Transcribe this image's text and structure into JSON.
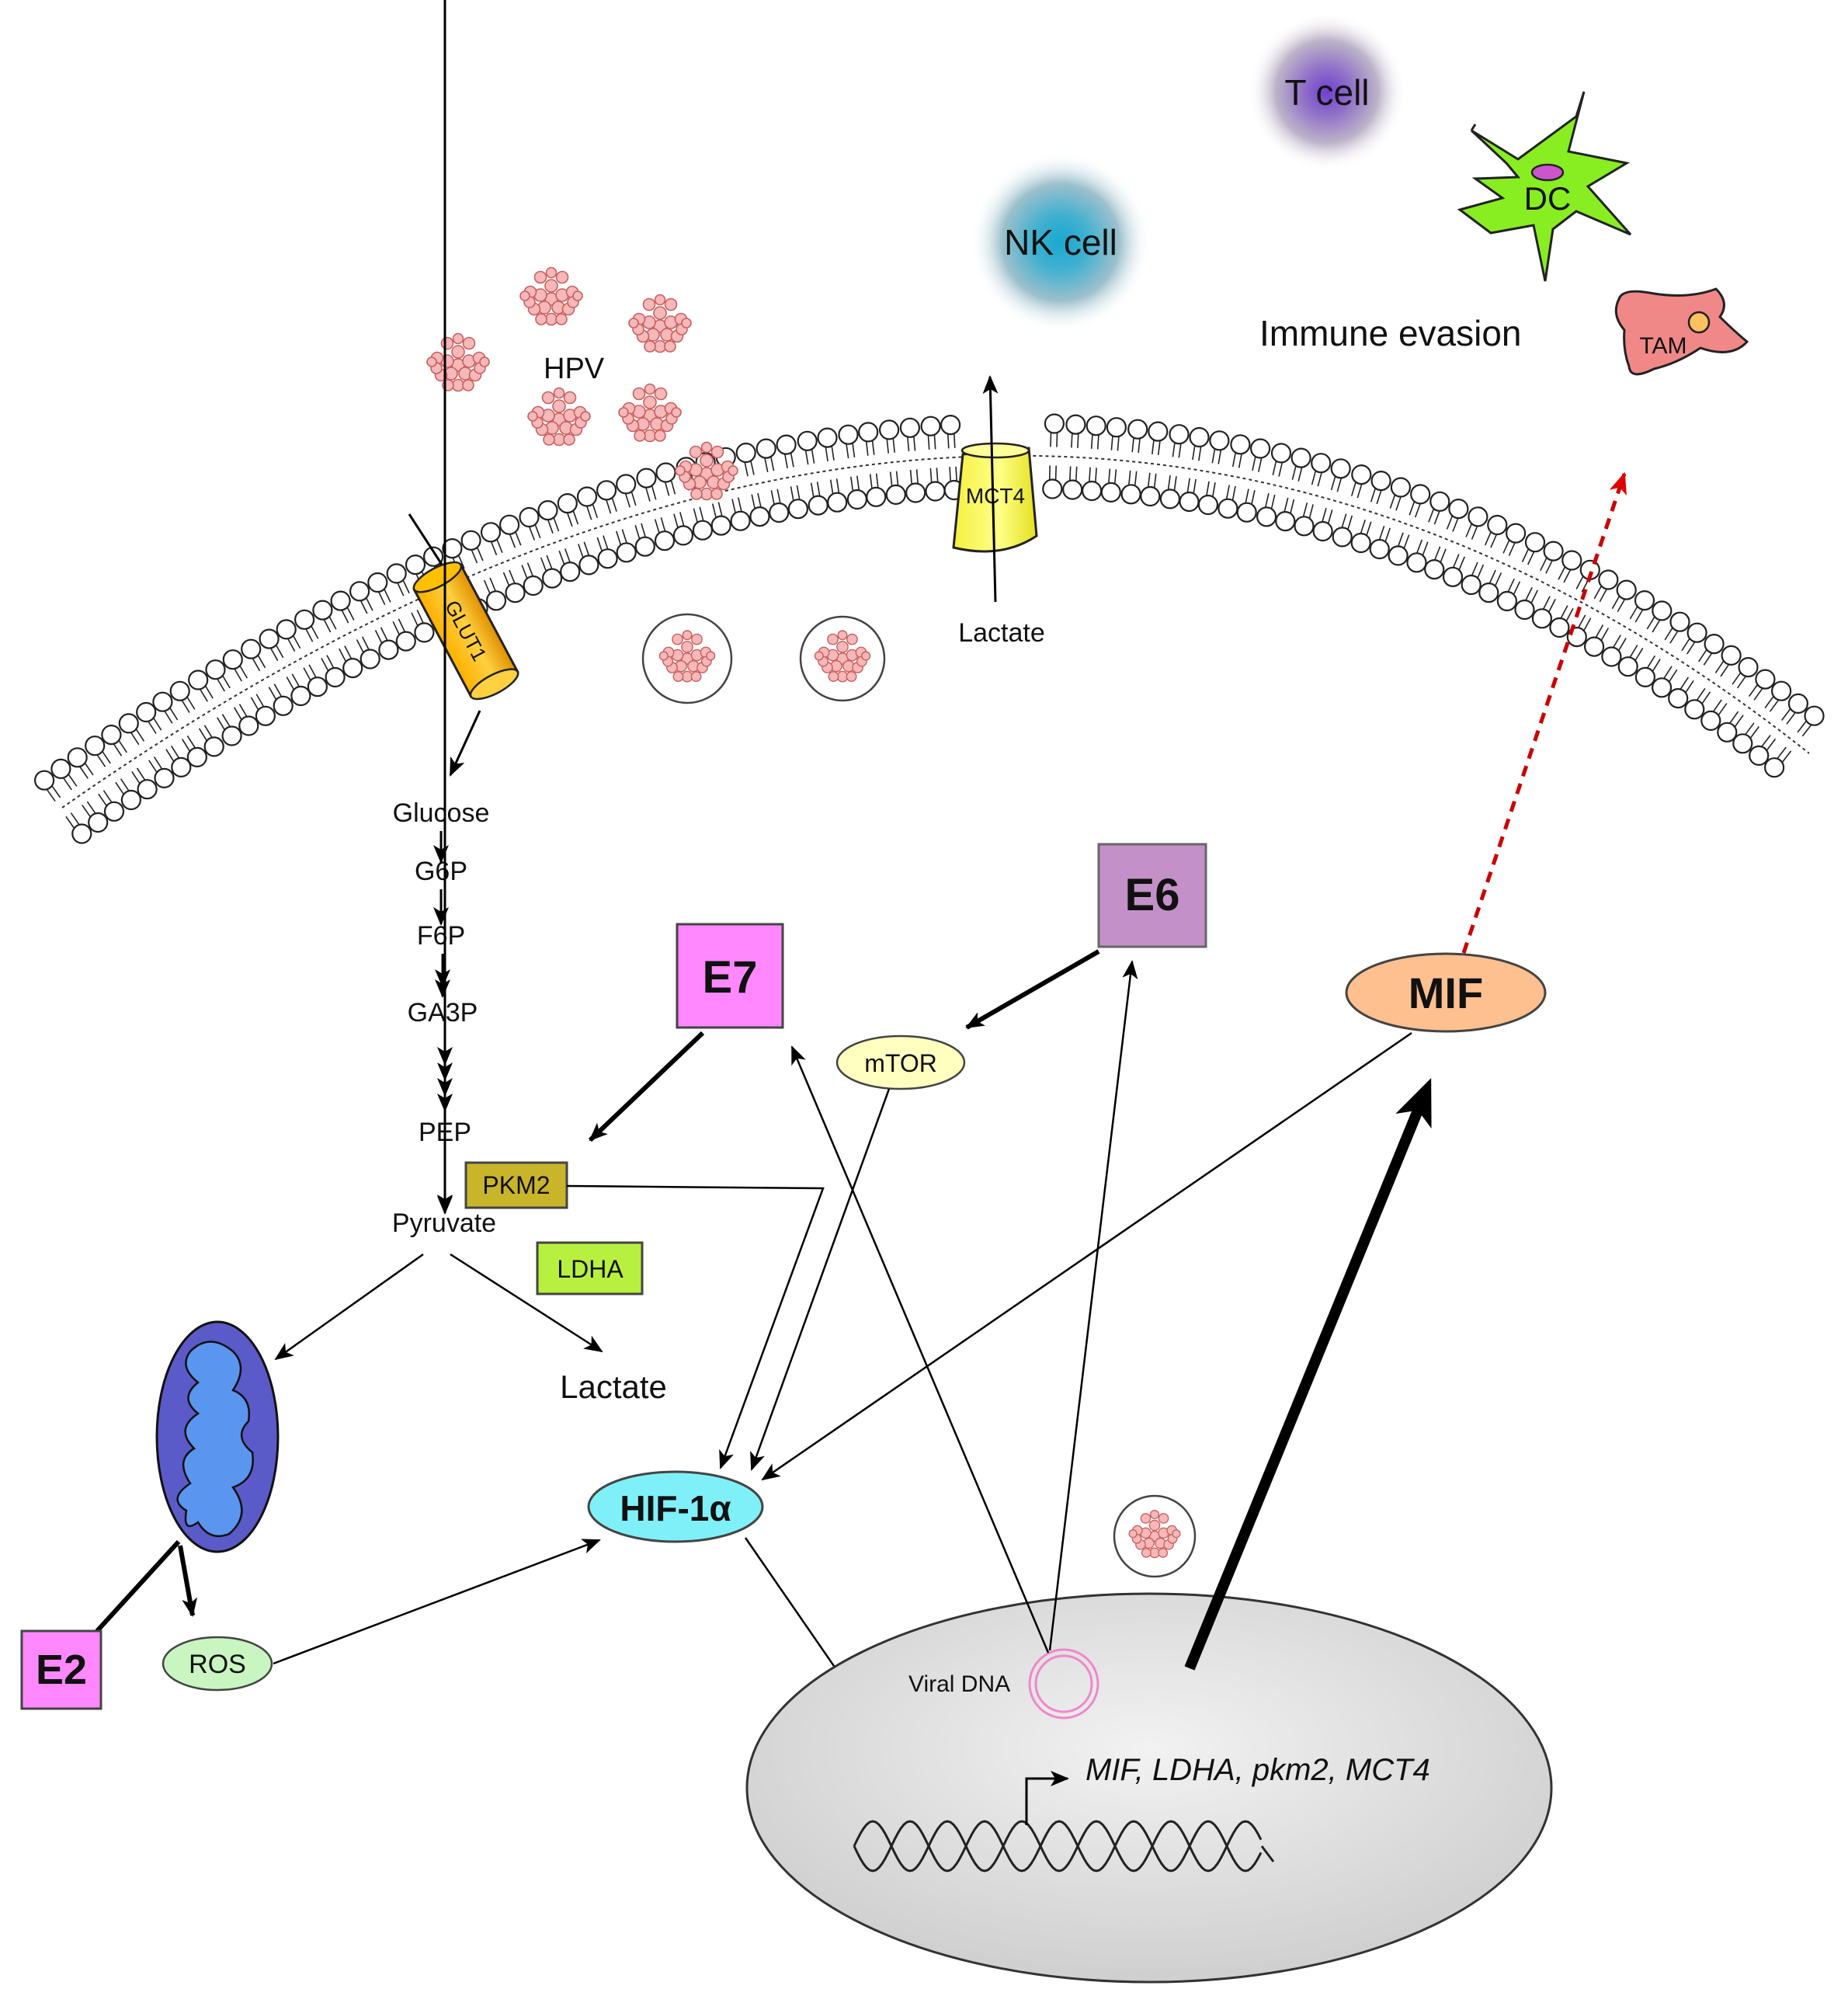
{
  "labels": {
    "t_cell": "T cell",
    "nk_cell": "NK cell",
    "dc": "DC",
    "tam": "TAM",
    "immune_evasion": "Immune evasion",
    "hpv": "HPV",
    "mct4": "MCT4",
    "lactate_membrane": "Lactate",
    "glut1": "GLUT1",
    "glucose": "Glucose",
    "g6p": "G6P",
    "f6p": "F6P",
    "ga3p": "GA3P",
    "pep": "PEP",
    "pkm2": "PKM2",
    "pyruvate": "Pyruvate",
    "ldha": "LDHA",
    "lactate": "Lactate",
    "e7": "E7",
    "e6": "E6",
    "mtor": "mTOR",
    "mif": "MIF",
    "hif": "HIF-1α",
    "e2": "E2",
    "ros": "ROS",
    "viral_dna": "Viral DNA",
    "genes": "MIF, LDHA, pkm2, MCT4"
  },
  "colors": {
    "e7_box": "#ff88ff",
    "e2_box": "#ff88ff",
    "e6_box": "#c490c8",
    "mif_oval": "#ffc090",
    "hif_oval": "#80f0f8",
    "mtor_oval": "#ffffc0",
    "ros_oval": "#c8f5c0",
    "pkm2_box": "#c9b52a",
    "ldha_box": "#b8f040",
    "glut1": "#ffb800",
    "mct4": "#ffff66",
    "dc_cell": "#88ee22",
    "tam_cell": "#f08888",
    "virion": "#f4b4b4",
    "nk_glow": "#1fa8c8",
    "t_glow": "#7a44cc",
    "mitochondrion_outer": "#5a5ac8",
    "mitochondrion_inner": "#5a96f0",
    "nucleus": "#dcdcdc",
    "dashed_arrow": "#cc0000"
  }
}
